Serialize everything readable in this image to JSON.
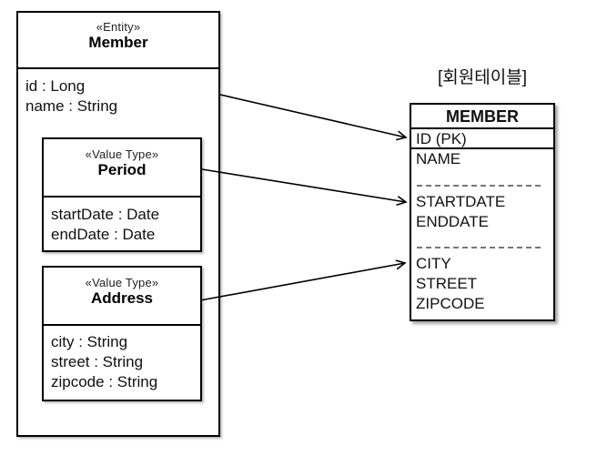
{
  "diagram": {
    "entity": {
      "stereotype": "«Entity»",
      "name": "Member",
      "attributes": [
        "id : Long",
        "name : String"
      ]
    },
    "period": {
      "stereotype": "«Value Type»",
      "name": "Period",
      "attributes": [
        "startDate : Date",
        "endDate : Date"
      ]
    },
    "address": {
      "stereotype": "«Value Type»",
      "name": "Address",
      "attributes": [
        "city : String",
        "street : String",
        "zipcode : String"
      ]
    },
    "table": {
      "label": "[회원테이블]",
      "name": "MEMBER",
      "pk_row": "ID (PK)",
      "rows_group1": [
        "NAME"
      ],
      "rows_group2": [
        "STARTDATE",
        "ENDDATE"
      ],
      "rows_group3": [
        "CITY",
        "STREET",
        "ZIPCODE"
      ]
    },
    "colors": {
      "line": "#000000",
      "dash_separator": "#777777",
      "background": "#ffffff"
    }
  }
}
